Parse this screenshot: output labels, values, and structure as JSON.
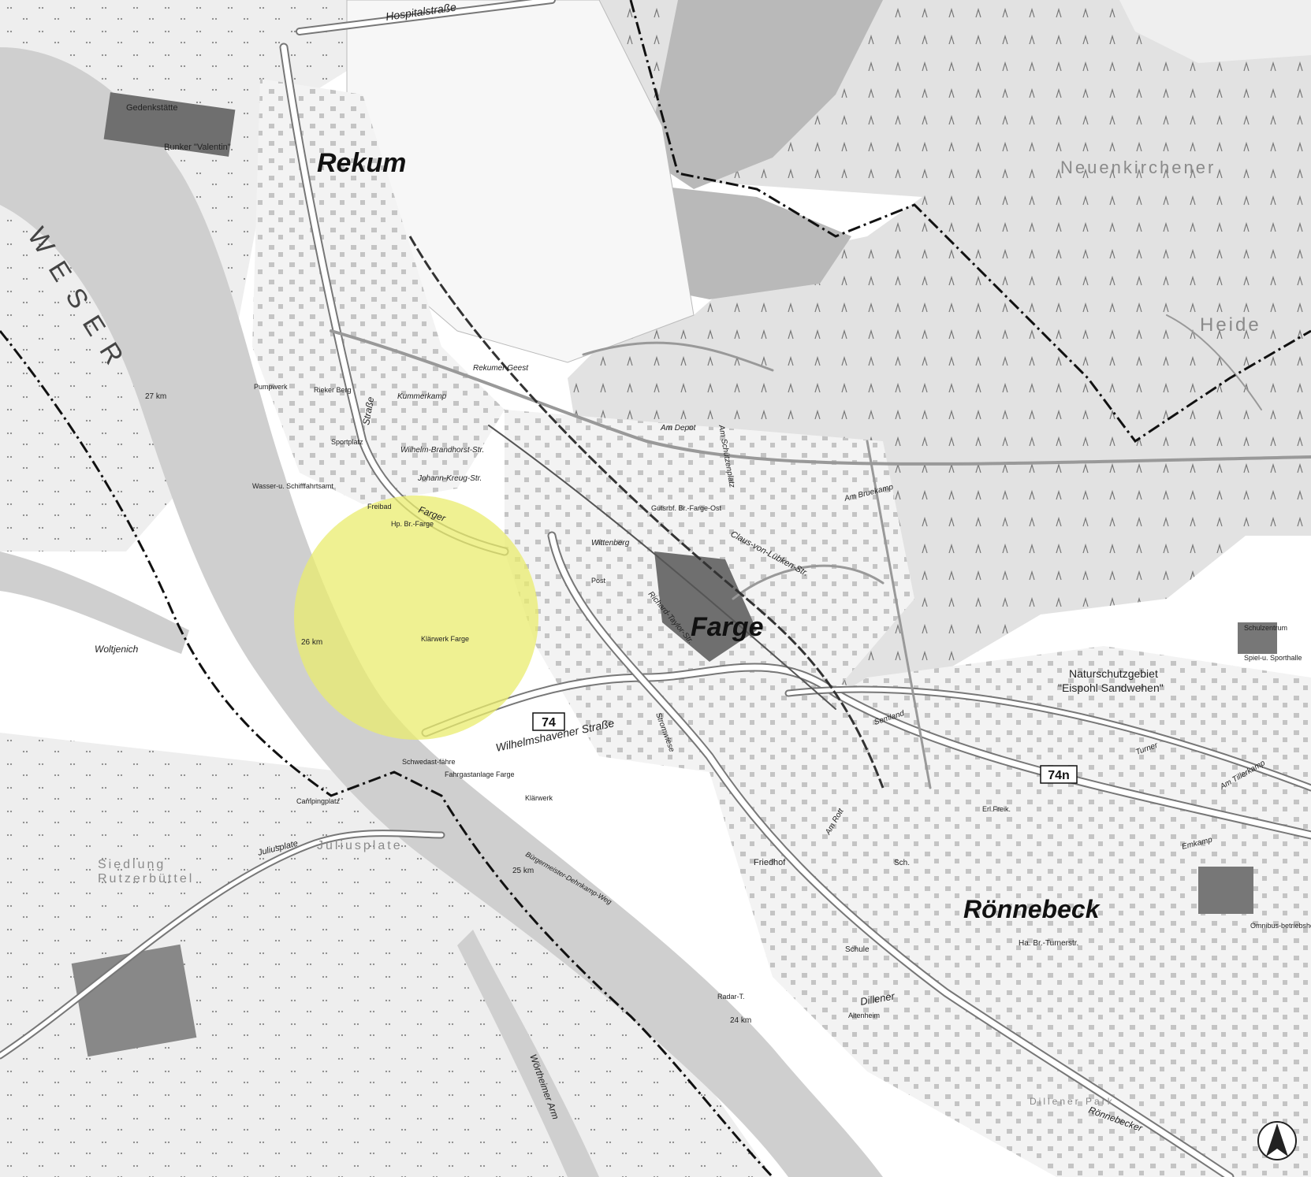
{
  "places": {
    "rekum": "Rekum",
    "farge": "Farge",
    "roennebeck": "Rönnebeck",
    "neuenkirchener": "Neuenkirchener",
    "heide": "Heide",
    "juliusplate": "Juliusplate",
    "siedlung": "Siedlung",
    "rutzerbuettel": "Rutzerbüttel"
  },
  "river": "WESER",
  "river_km": [
    "27 km",
    "26 km",
    "25 km",
    "24 km"
  ],
  "streets": {
    "hospitalstrasse": "Hospitalstraße",
    "wilhelmshavener": "Wilhelmshavener Straße",
    "rekumer_geest": "Rekumer Geest",
    "kummerkamp": "Kummerkamp",
    "wilhelm_brandhorst": "Wilhelm-Brandhorst-Str.",
    "johann_kreug": "Johann-Kreug-Str.",
    "claus_von_luebken": "Claus-von-Lübken-Str.",
    "am_depot": "Am Depot",
    "am_schuetzenplatz": "Am Schützenplatz",
    "am_bruekamp": "Am Bruekamp",
    "semland": "Semland",
    "rekumer_strasse": "Straße",
    "farger": "Farger",
    "wittenberg": "Wittenberg",
    "stromwiese": "Stromwiese",
    "richard_taylor": "Richard-Taylor-Str.",
    "am_rott": "Am Rott",
    "emkamp": "Emkamp",
    "am_tillerkamp": "Am Tillerkamp",
    "turner": "Turner",
    "dillener": "Dillener",
    "roennebecker": "Rönnebecker",
    "turnerstrasse_hbf": "Ha. Br.-Turnerstr.",
    "juliusplate_road": "Juliusplate",
    "woltjenich": "Woltjenich",
    "woerdener_arm": "Wörtheimer Arm",
    "bgm_dehnkamp": "Bürgermeister-Dehnkamp-Weg"
  },
  "labels": {
    "gedenkstaette": "Gedenkstätte",
    "bunker": "Bunker \"Valentin\"",
    "pumpwerk": "Pumpwerk",
    "rieker_berg": "Rieker Berg",
    "sportplatz": "Sportplatz",
    "schifffahrtsamt": "Wasser-u. Schifffahrtsamt",
    "friedhof": "Friedhof",
    "schule": "Schule",
    "sch": "Sch.",
    "post": "Post",
    "altenheim": "Altenheim",
    "dillener_park": "Dillener Park",
    "schulzentrum": "Schulzentrum",
    "spiel_sport": "Spiel-u. Sporthalle",
    "omnibus": "Omnibus-betriebshof",
    "radar": "Radar-T.",
    "faehre": "Schwedast-fähre",
    "klaerwerk": "Klärwerk Farge",
    "naturschutz_title": "Naturschutzgebiet",
    "naturschutz_name": "\"Eispohl Sandwehen\"",
    "gutsbf": "Gutsrbf. Br.-Farge-Ost",
    "hbf_farge": "Hp. Br.-Farge",
    "kläranlage": "Klärwerk",
    "frei_bad": "Freibad",
    "fahrgastanlage": "Fahrgastanlage Farge",
    "campingplatz": "Campingplatz",
    "erfrek": "Erl.Freik."
  },
  "route_shields": [
    "74",
    "74n"
  ],
  "highlight": {
    "color": "#e9ec6e"
  },
  "colors": {
    "forest": "#d9d9d9",
    "dark_area": "#b9b9b9",
    "water": "#cfcfcf",
    "road": "#ffffff",
    "boundary": "#111111"
  }
}
